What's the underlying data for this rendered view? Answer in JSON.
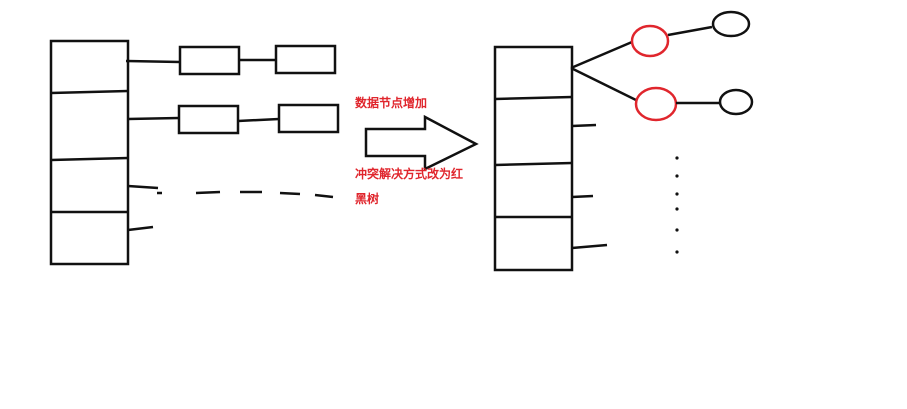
{
  "annotations": {
    "increase_label": "数据节点增加",
    "conflict_label_line1": "冲突解决方式改为红",
    "conflict_label_line2": "黑树"
  },
  "colors": {
    "ink": "#111111",
    "highlight": "#e0262d",
    "background": "#ffffff"
  }
}
